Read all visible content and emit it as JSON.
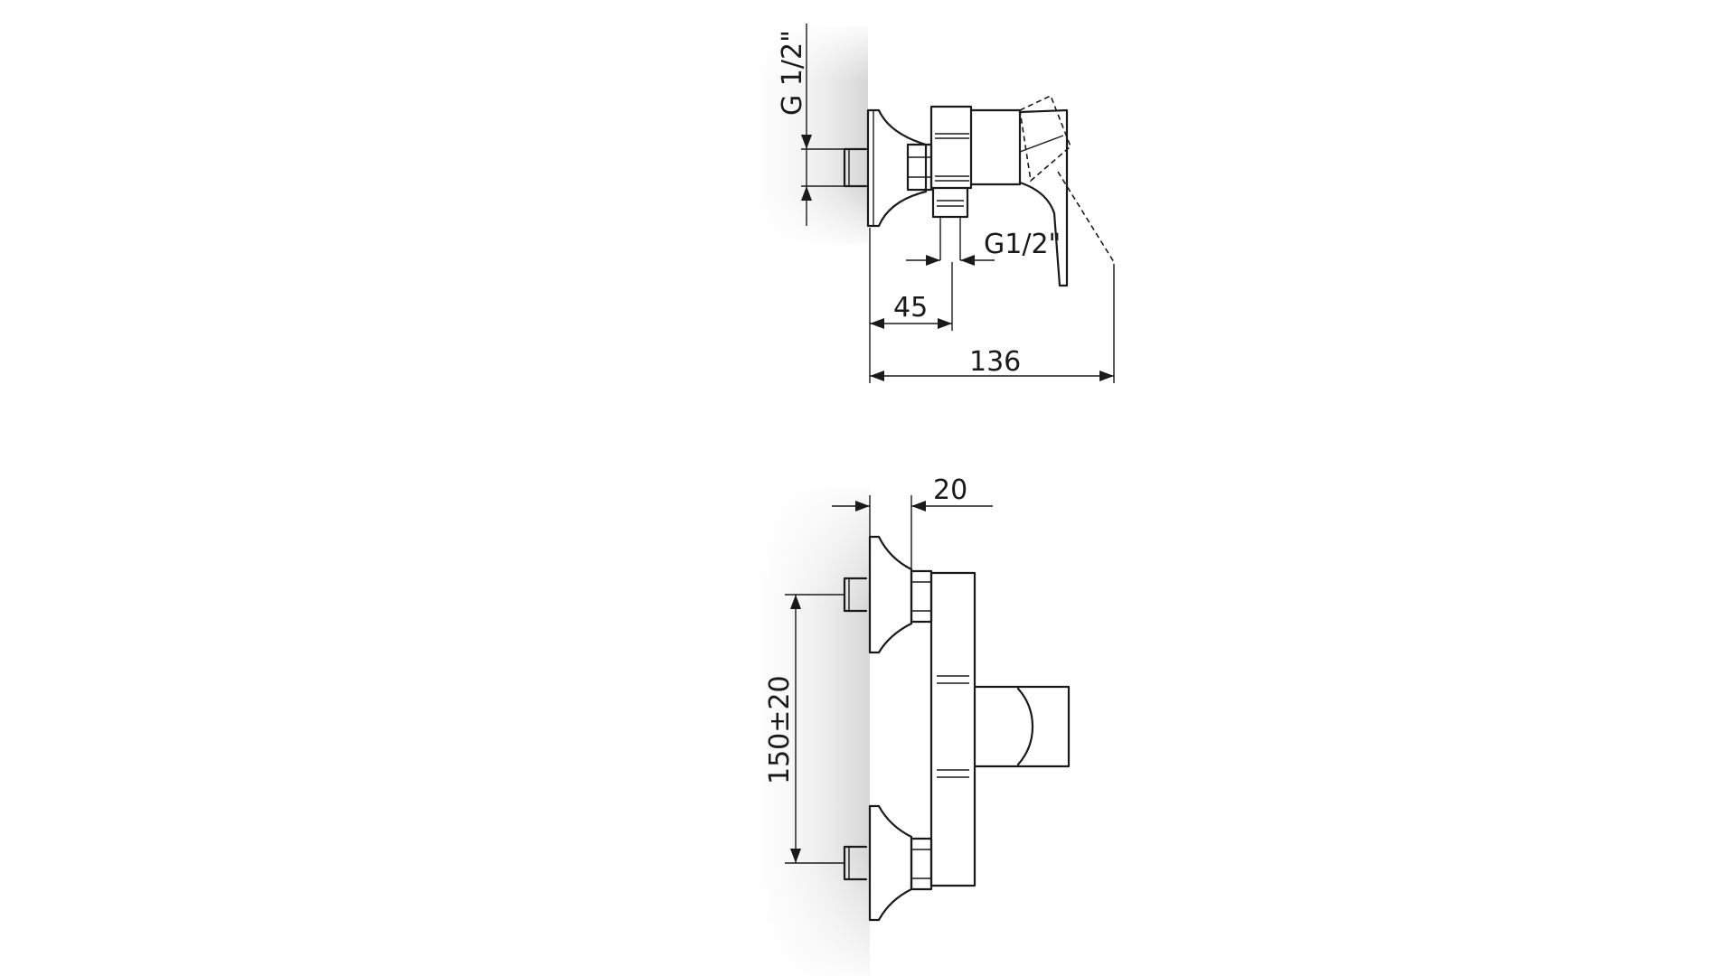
{
  "side_view": {
    "inlet_thread_label": "G 1/2\"",
    "outlet_thread_label": "G1/2\"",
    "outlet_offset_dim": "45",
    "overall_depth_dim": "136"
  },
  "front_view": {
    "eccentric_offset_dim": "20",
    "inlet_spacing_dim": "150±20"
  }
}
